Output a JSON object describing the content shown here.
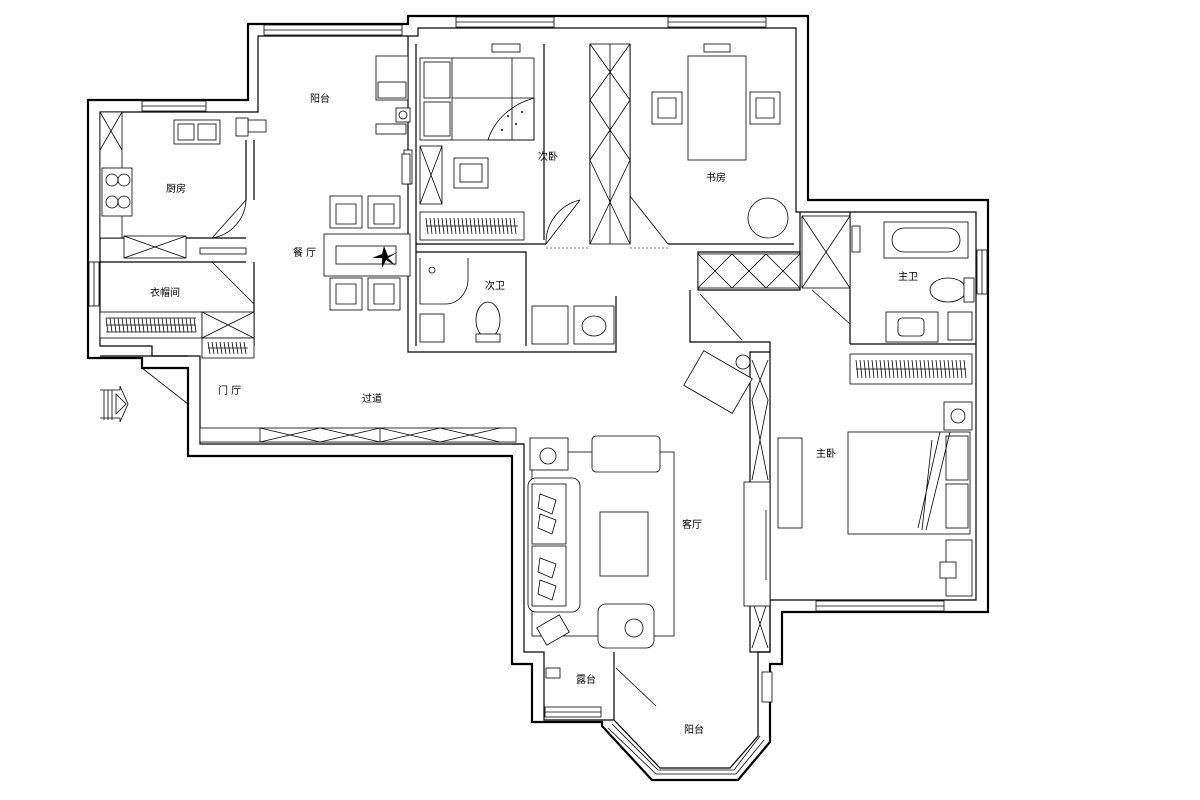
{
  "rooms": {
    "balcony_north": "阳台",
    "kitchen": "厨房",
    "dining": "餐 厅",
    "cloakroom": "衣帽间",
    "foyer": "门 厅",
    "corridor": "过道",
    "second_bedroom": "次卧",
    "second_bathroom": "次卫",
    "study": "书房",
    "master_bathroom": "主卫",
    "master_bedroom": "主卧",
    "living_room": "客厅",
    "terrace": "露台",
    "balcony_south": "阳台"
  }
}
